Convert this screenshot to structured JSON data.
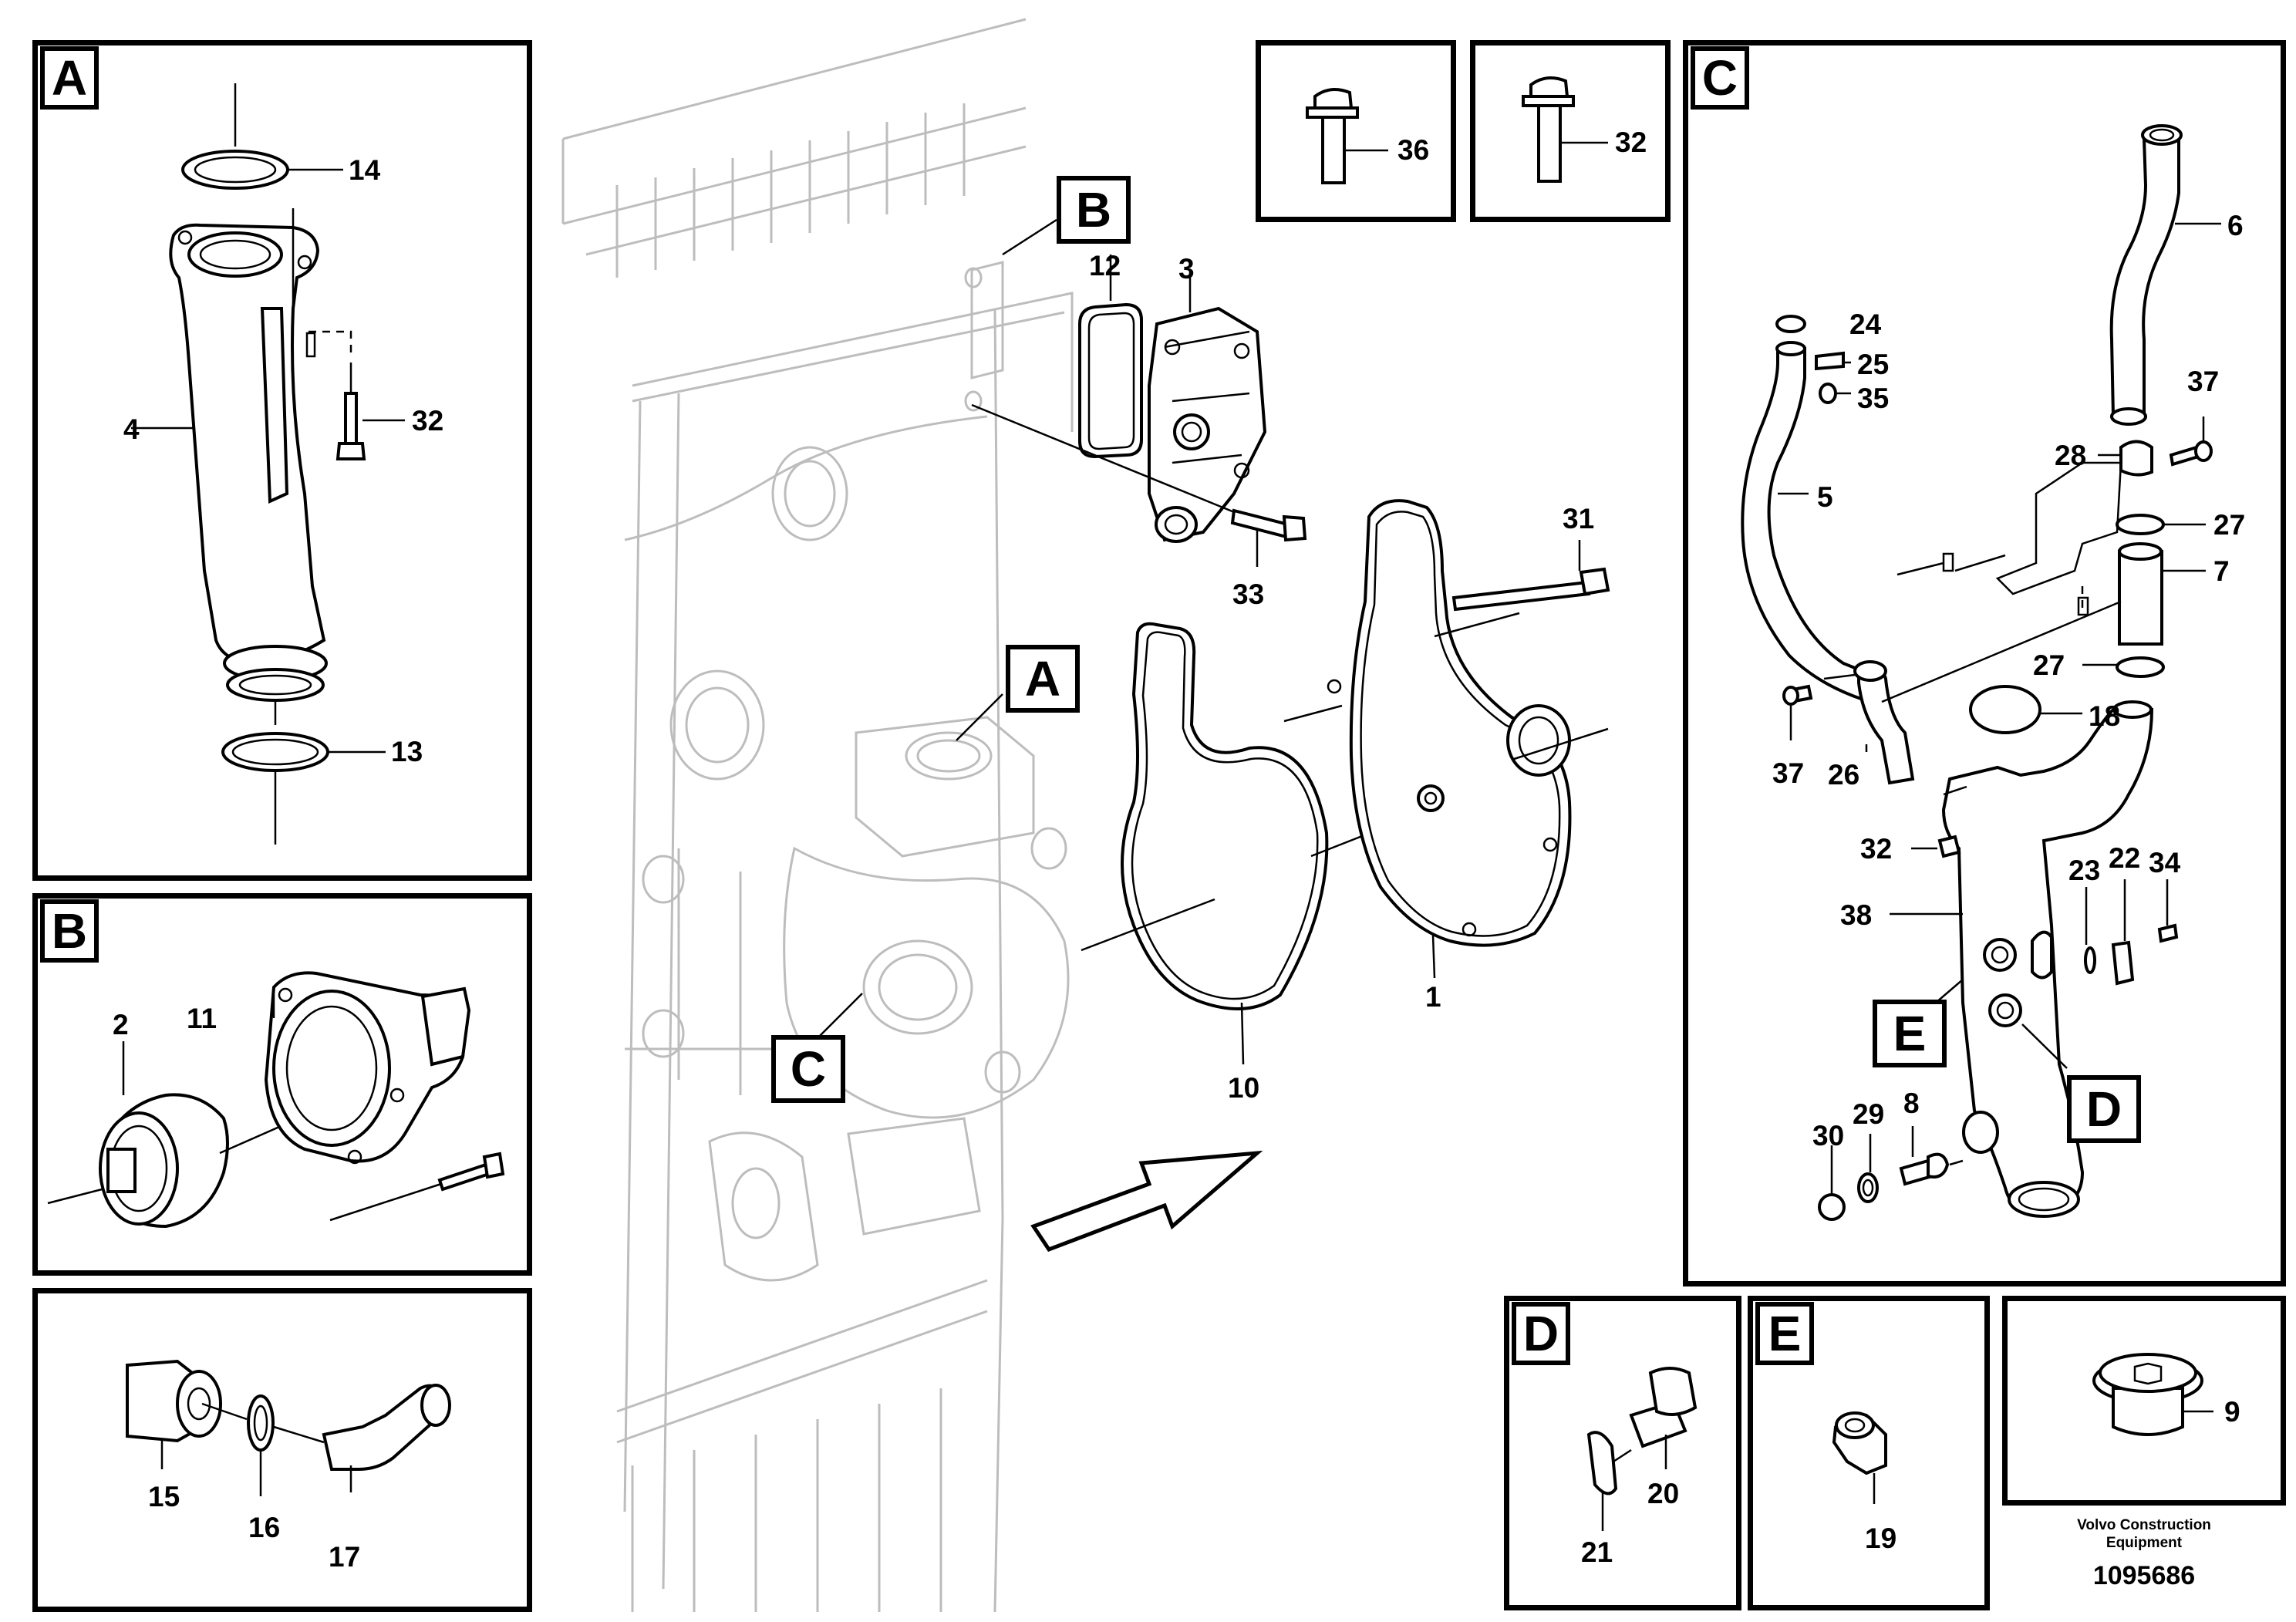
{
  "sections": {
    "A": "A",
    "B": "B",
    "C": "C",
    "D": "D",
    "E": "E"
  },
  "callouts": {
    "main_B": "B",
    "main_A": "A",
    "main_C": "C",
    "detail_E": "E",
    "detail_D": "D"
  },
  "part_numbers": {
    "p1": "1",
    "p2": "2",
    "p3": "3",
    "p4": "4",
    "p5": "5",
    "p6": "6",
    "p7": "7",
    "p8": "8",
    "p9": "9",
    "p10": "10",
    "p11": "11",
    "p12": "12",
    "p13": "13",
    "p14": "14",
    "p15": "15",
    "p16": "16",
    "p17": "17",
    "p18": "18",
    "p19": "19",
    "p20": "20",
    "p21": "21",
    "p22": "22",
    "p23": "23",
    "p24": "24",
    "p25": "25",
    "p26": "26",
    "p27a": "27",
    "p27b": "27",
    "p28": "28",
    "p29": "29",
    "p30": "30",
    "p31": "31",
    "p32a": "32",
    "p32b": "32",
    "p32c": "32",
    "p33": "33",
    "p34": "34",
    "p35": "35",
    "p36": "36",
    "p37a": "37",
    "p37b": "37",
    "p38": "38"
  },
  "footer": {
    "brand_line1": "Volvo Construction",
    "brand_line2": "Equipment",
    "drawing_number": "1095686"
  }
}
